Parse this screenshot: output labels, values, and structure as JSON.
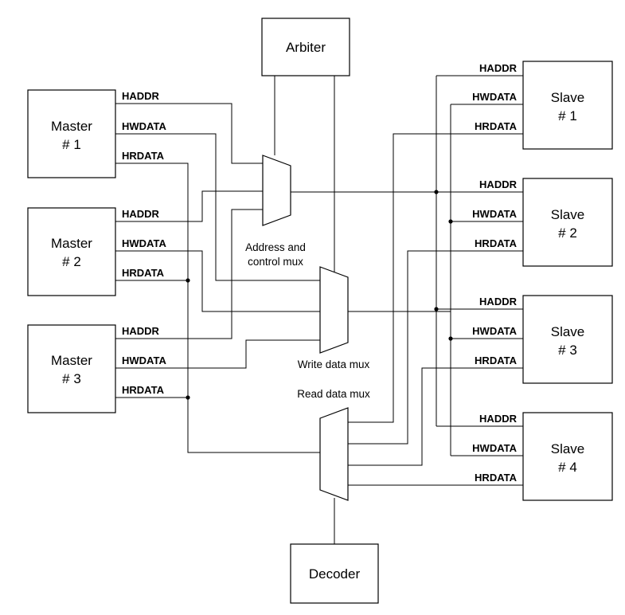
{
  "blocks": {
    "arbiter": "Arbiter",
    "decoder": "Decoder",
    "masters": [
      {
        "line1": "Master",
        "line2": "# 1"
      },
      {
        "line1": "Master",
        "line2": "# 2"
      },
      {
        "line1": "Master",
        "line2": "# 3"
      }
    ],
    "slaves": [
      {
        "line1": "Slave",
        "line2": "# 1"
      },
      {
        "line1": "Slave",
        "line2": "# 2"
      },
      {
        "line1": "Slave",
        "line2": "# 3"
      },
      {
        "line1": "Slave",
        "line2": "# 4"
      }
    ]
  },
  "signals": {
    "haddr": "HADDR",
    "hwdata": "HWDATA",
    "hrdata": "HRDATA"
  },
  "muxes": {
    "address_line1": "Address and",
    "address_line2": "control mux",
    "write": "Write data mux",
    "read": "Read data mux"
  }
}
